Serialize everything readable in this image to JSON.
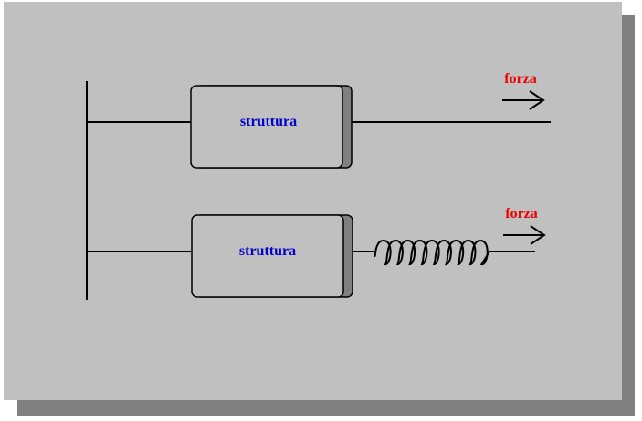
{
  "colors": {
    "panel": "#c0c0c0",
    "shadow": "#808080",
    "structure_text": "#0000cc",
    "force_text": "#ee0000",
    "line": "#000000"
  },
  "top_system": {
    "structure_label": "struttura",
    "force_label": "forza",
    "connection": "rigid"
  },
  "bottom_system": {
    "structure_label": "struttura",
    "force_label": "forza",
    "connection": "spring"
  }
}
